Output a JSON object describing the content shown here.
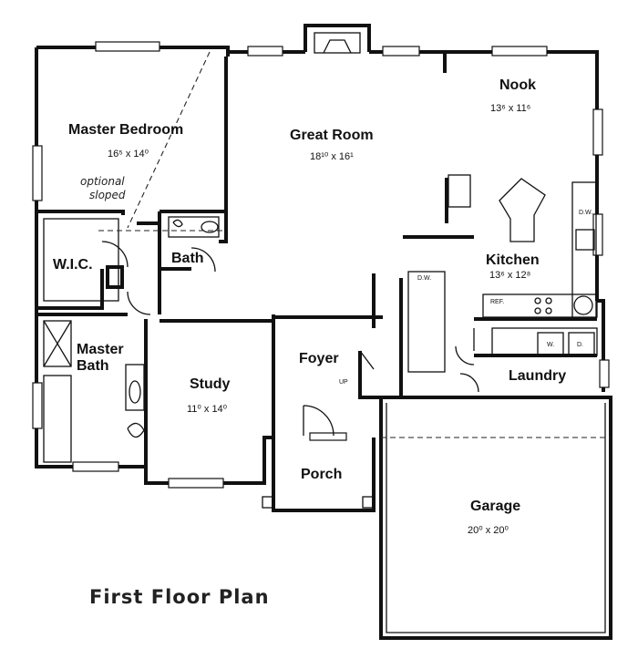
{
  "title": "First Floor Plan",
  "rooms": {
    "master_bedroom": {
      "name": "Master Bedroom",
      "dim": "16⁵ x 14⁰"
    },
    "great_room": {
      "name": "Great Room",
      "dim": "18¹⁰ x 16¹"
    },
    "nook": {
      "name": "Nook",
      "dim": "13⁶ x 11⁶"
    },
    "kitchen": {
      "name": "Kitchen",
      "dim": "13⁶ x 12⁸"
    },
    "wic": {
      "name": "W.I.C."
    },
    "bath": {
      "name": "Bath"
    },
    "master_bath": {
      "name_line1": "Master",
      "name_line2": "Bath"
    },
    "study": {
      "name": "Study",
      "dim": "11⁰ x 14⁰"
    },
    "foyer": {
      "name": "Foyer"
    },
    "laundry": {
      "name": "Laundry"
    },
    "porch": {
      "name": "Porch"
    },
    "garage": {
      "name": "Garage",
      "dim": "20⁰ x 20⁰"
    }
  },
  "annotations": {
    "optional": "optional",
    "sloped": "sloped",
    "stairs_up": "UP",
    "dw_stair": "D.W.",
    "dw_kitchen": "D.W.",
    "ref": "REF.",
    "washer": "W.",
    "dryer": "D."
  }
}
